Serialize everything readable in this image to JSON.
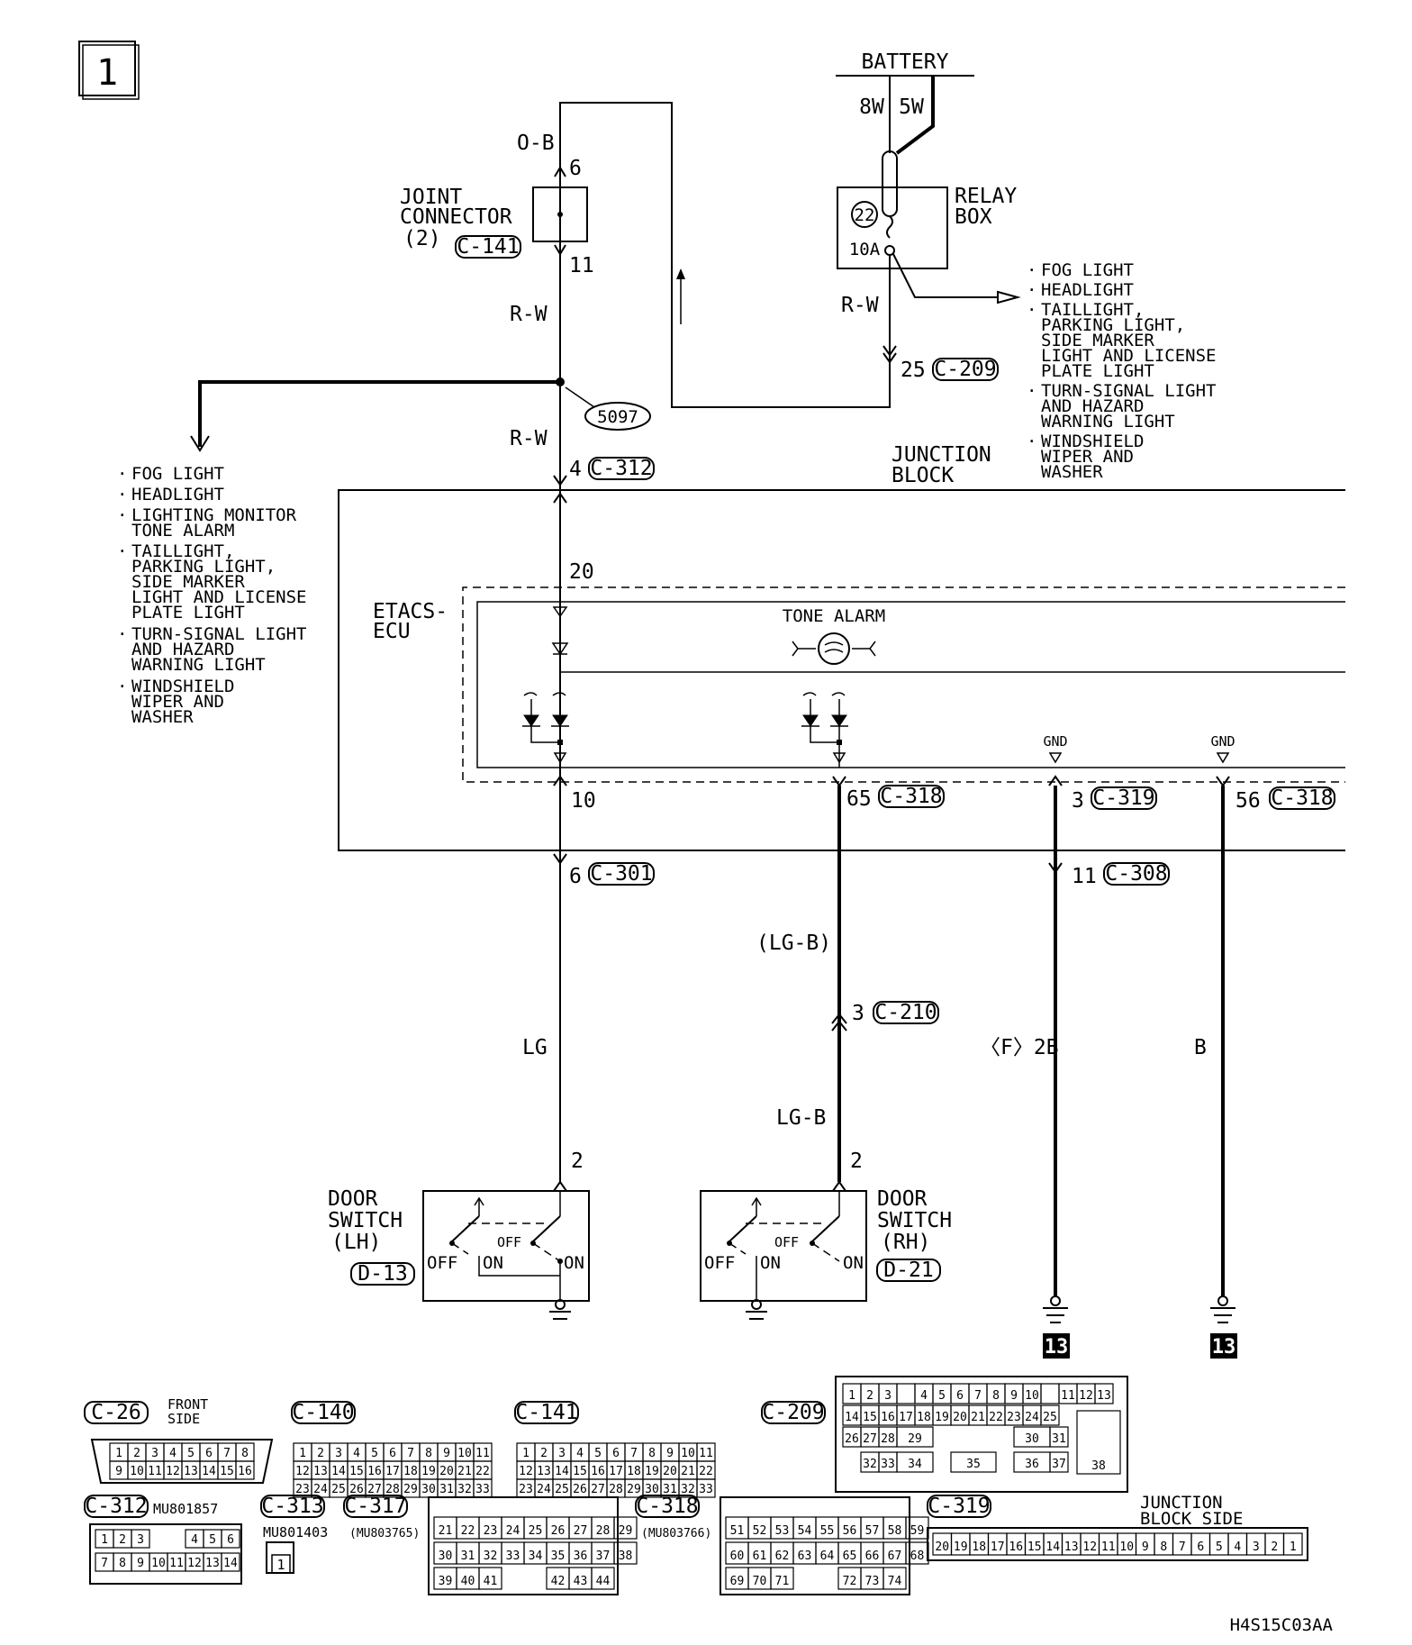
{
  "page_number": "1",
  "battery": {
    "label": "BATTERY",
    "wire_a": "8W",
    "wire_b": "5W"
  },
  "relay_box": {
    "line1": "RELAY",
    "line2": "BOX",
    "fuse_number": "22",
    "fuse_rating": "10A",
    "outputs": [
      [
        "FOG LIGHT"
      ],
      [
        "HEADLIGHT"
      ],
      [
        "TAILLIGHT,",
        "PARKING LIGHT,",
        "SIDE MARKER",
        "LIGHT AND LICENSE",
        "PLATE LIGHT"
      ],
      [
        "TURN-SIGNAL LIGHT",
        "AND HAZARD",
        "WARNING LIGHT"
      ],
      [
        "WINDSHIELD",
        "WIPER AND",
        "WASHER"
      ]
    ]
  },
  "joint_connector": {
    "line1": "JOINT",
    "line2": "CONNECTOR",
    "line3": "(2)",
    "connector": "C-141",
    "pin_top": "6",
    "pin_bottom": "11"
  },
  "wires": {
    "top_left": "O-B",
    "rw_1": "R-W",
    "rw_2": "R-W",
    "rw_relay": "R-W",
    "lg": "LG",
    "lgb_paren": "(LG-B)",
    "lgb": "LG-B",
    "f2b": "〈F〉2B",
    "b": "B"
  },
  "splice": "5097",
  "left_outputs": [
    [
      "FOG LIGHT"
    ],
    [
      "HEADLIGHT"
    ],
    [
      "LIGHTING MONITOR",
      "TONE ALARM"
    ],
    [
      "TAILLIGHT,",
      "PARKING LIGHT,",
      "SIDE MARKER",
      "LIGHT AND LICENSE",
      "PLATE LIGHT"
    ],
    [
      "TURN-SIGNAL LIGHT",
      "AND HAZARD",
      "WARNING LIGHT"
    ],
    [
      "WINDSHIELD",
      "WIPER AND",
      "WASHER"
    ]
  ],
  "terminals": {
    "relay_25": {
      "pin": "25",
      "connector": "C-209"
    },
    "jb_4": {
      "pin": "4",
      "connector": "C-312"
    },
    "ecu_20": {
      "pin": "20"
    },
    "ecu_10": {
      "pin": "10"
    },
    "ecu_65": {
      "pin": "65",
      "connector": "C-318"
    },
    "ecu_3": {
      "pin": "3",
      "connector": "C-319"
    },
    "ecu_56": {
      "pin": "56",
      "connector": "C-318"
    },
    "c301_6": {
      "pin": "6",
      "connector": "C-301"
    },
    "c308_11": {
      "pin": "11",
      "connector": "C-308"
    },
    "c210_3": {
      "pin": "3",
      "connector": "C-210"
    }
  },
  "junction_block": {
    "line1": "JUNCTION",
    "line2": "BLOCK"
  },
  "etacs": {
    "line1": "ETACS-",
    "line2": "ECU",
    "tone_alarm": "TONE ALARM",
    "gnd": "GND"
  },
  "door_switch_lh": {
    "line1": "DOOR",
    "line2": "SWITCH",
    "line3": "(LH)",
    "connector": "D-13",
    "pin": "2",
    "off": "OFF",
    "on": "ON"
  },
  "door_switch_rh": {
    "line1": "DOOR",
    "line2": "SWITCH",
    "line3": "(RH)",
    "connector": "D-21",
    "pin": "2",
    "off": "OFF",
    "on": "ON"
  },
  "ground_number": "13",
  "connectors": {
    "c26": {
      "name": "C-26",
      "note1": "FRONT",
      "note2": "SIDE"
    },
    "c140": {
      "name": "C-140"
    },
    "c141": {
      "name": "C-141"
    },
    "c209": {
      "name": "C-209"
    },
    "c312": {
      "name": "C-312",
      "part": "MU801857"
    },
    "c313": {
      "name": "C-313",
      "part": "MU801403"
    },
    "c317": {
      "name": "C-317",
      "part": "(MU803765)"
    },
    "c318": {
      "name": "C-318",
      "part": "(MU803766)"
    },
    "c319": {
      "name": "C-319",
      "note1": "JUNCTION",
      "note2": "BLOCK SIDE"
    }
  },
  "figure_code": "H4S15C03AA"
}
